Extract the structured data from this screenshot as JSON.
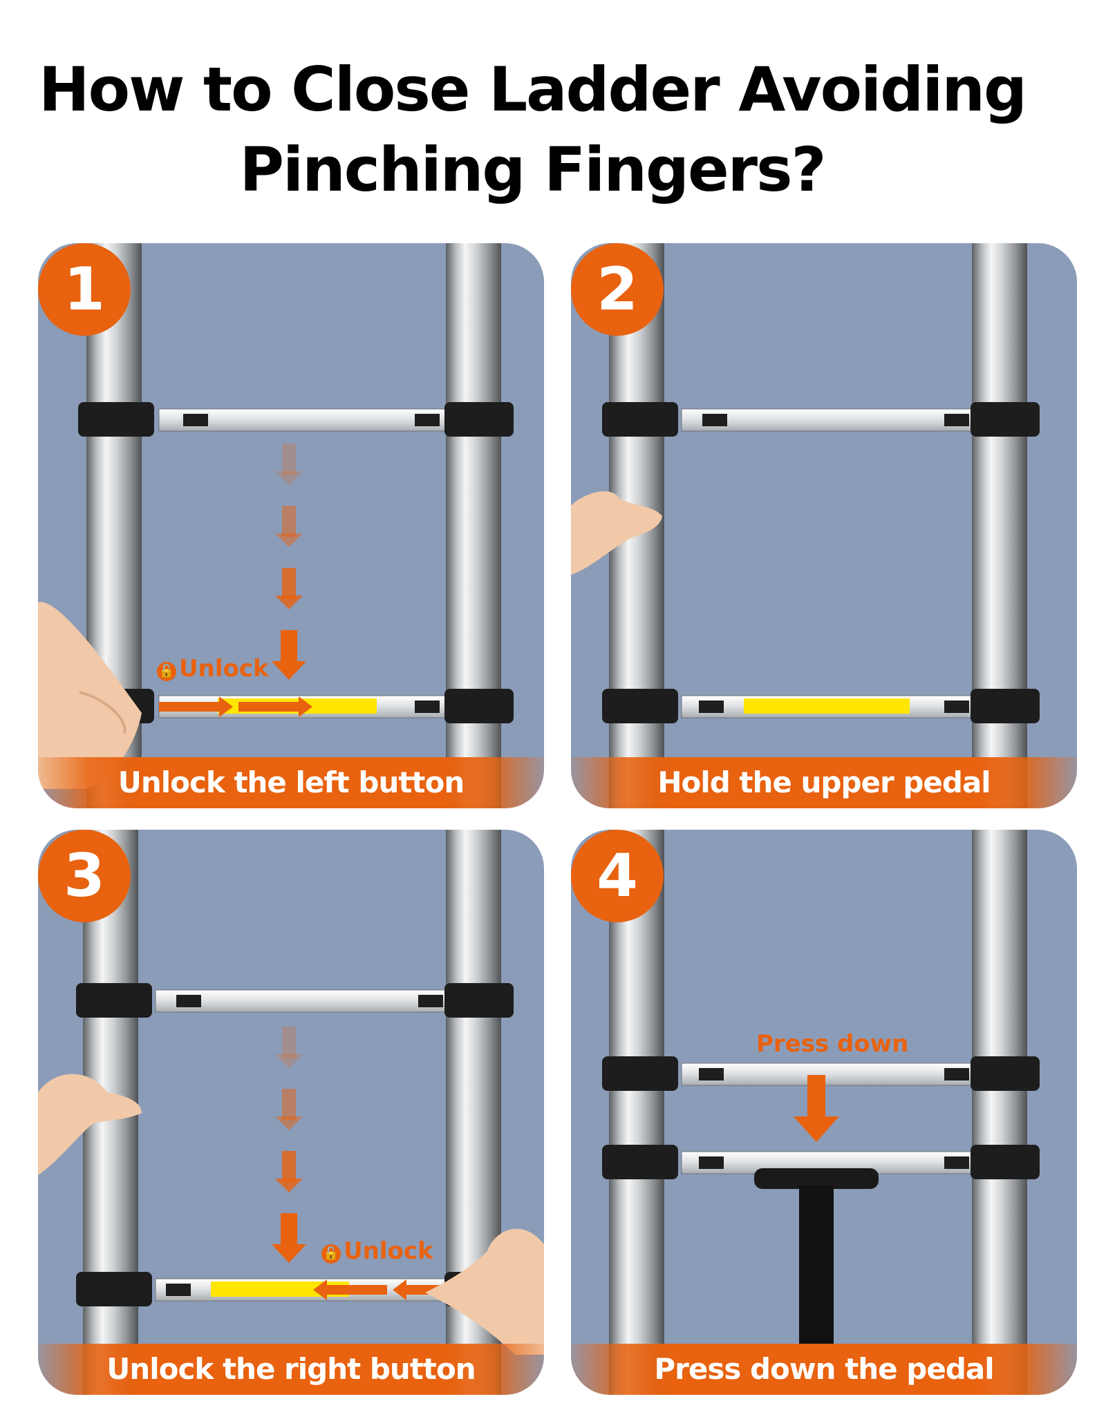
{
  "title": {
    "line1": "How to Close Ladder Avoiding",
    "line2": "Pinching Fingers?"
  },
  "steps": [
    {
      "number": "1",
      "caption": "Unlock the left button",
      "note": "Unlock"
    },
    {
      "number": "2",
      "caption": "Hold the upper pedal"
    },
    {
      "number": "3",
      "caption": "Unlock the right button",
      "note": "Unlock"
    },
    {
      "number": "4",
      "caption": "Press down the pedal",
      "note": "Press down"
    }
  ],
  "colors": {
    "accent": "#e8620f",
    "panel_background": "#8b9cb9",
    "label_yellow": "#ffe600"
  },
  "icons": [
    "lock-icon",
    "down-arrow-icon",
    "left-arrow-icon",
    "right-arrow-icon",
    "hand-icon"
  ]
}
